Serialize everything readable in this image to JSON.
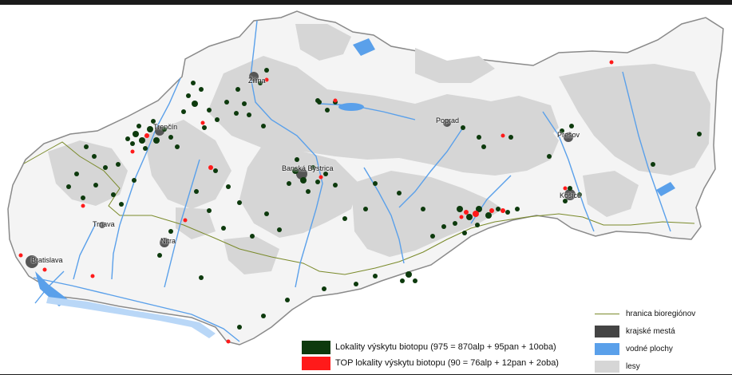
{
  "colors": {
    "country_fill": "#f4f4f4",
    "forest": "#d6d6d6",
    "border": "#8a8a8a",
    "water": "#5aa0ea",
    "city": "#555555",
    "biotope": "#0d3a0d",
    "top_biotope": "#ff1a1a",
    "bioregion_line": "#7a8a2a"
  },
  "cities": [
    {
      "name": "Žilina"
    },
    {
      "name": "Trenčín"
    },
    {
      "name": "Poprad"
    },
    {
      "name": "Prešov"
    },
    {
      "name": "Banská Bystrica"
    },
    {
      "name": "Košice"
    },
    {
      "name": "Trnava"
    },
    {
      "name": "Nitra"
    },
    {
      "name": "Bratislava"
    }
  ],
  "legend": {
    "biotope_label": "Lokality výskytu biotopu (975 = 870alp + 95pan + 10oba)",
    "top_label": "TOP lokality výskytu biotopu (90 = 76alp + 12pan + 2oba)",
    "bioregion_label": "hranica bioregiónov",
    "cities_label": "krajské mestá",
    "water_label": "vodné plochy",
    "forest_label": "lesy"
  }
}
